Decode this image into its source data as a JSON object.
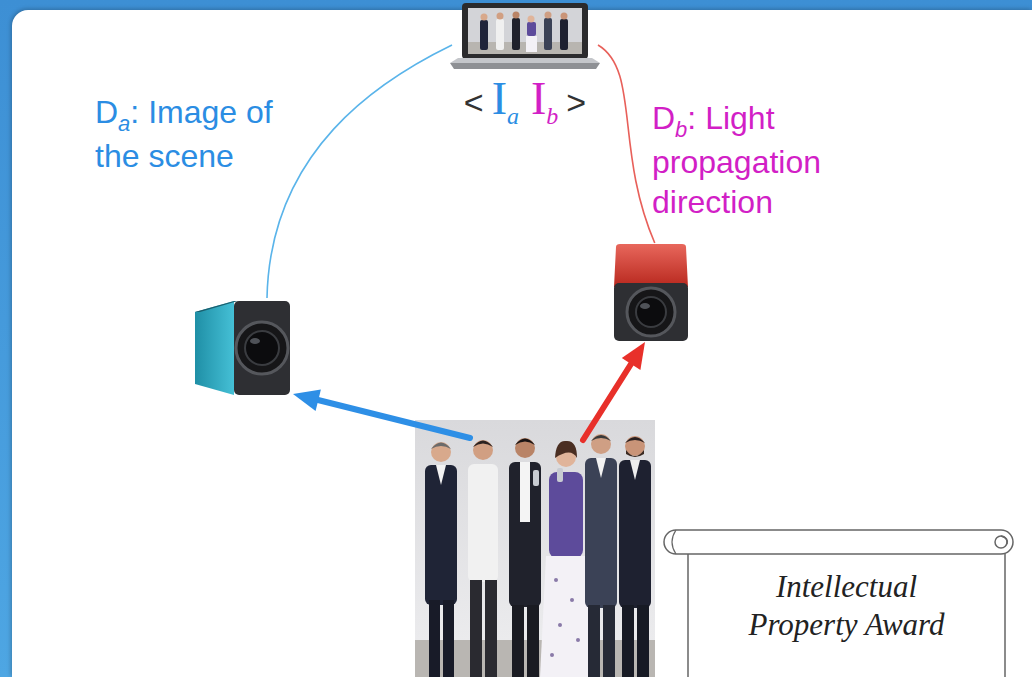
{
  "diagram": {
    "nodes": [
      {
        "text": [
          "<",
          "I",
          "a",
          "I",
          "b",
          ">"
        ]
      },
      {
        "text": [
          "D",
          "a",
          ": Image of the scene"
        ]
      },
      {
        "text": [
          "D",
          "b",
          ": Light propagation direction"
        ]
      },
      {
        "text": [
          "Intellectual Property Award"
        ]
      }
    ],
    "edges": [
      {
        "from": 0,
        "to": 1,
        "arrow": "none"
      },
      {
        "from": 0,
        "to": 2,
        "arrow": "none"
      }
    ]
  }
}
